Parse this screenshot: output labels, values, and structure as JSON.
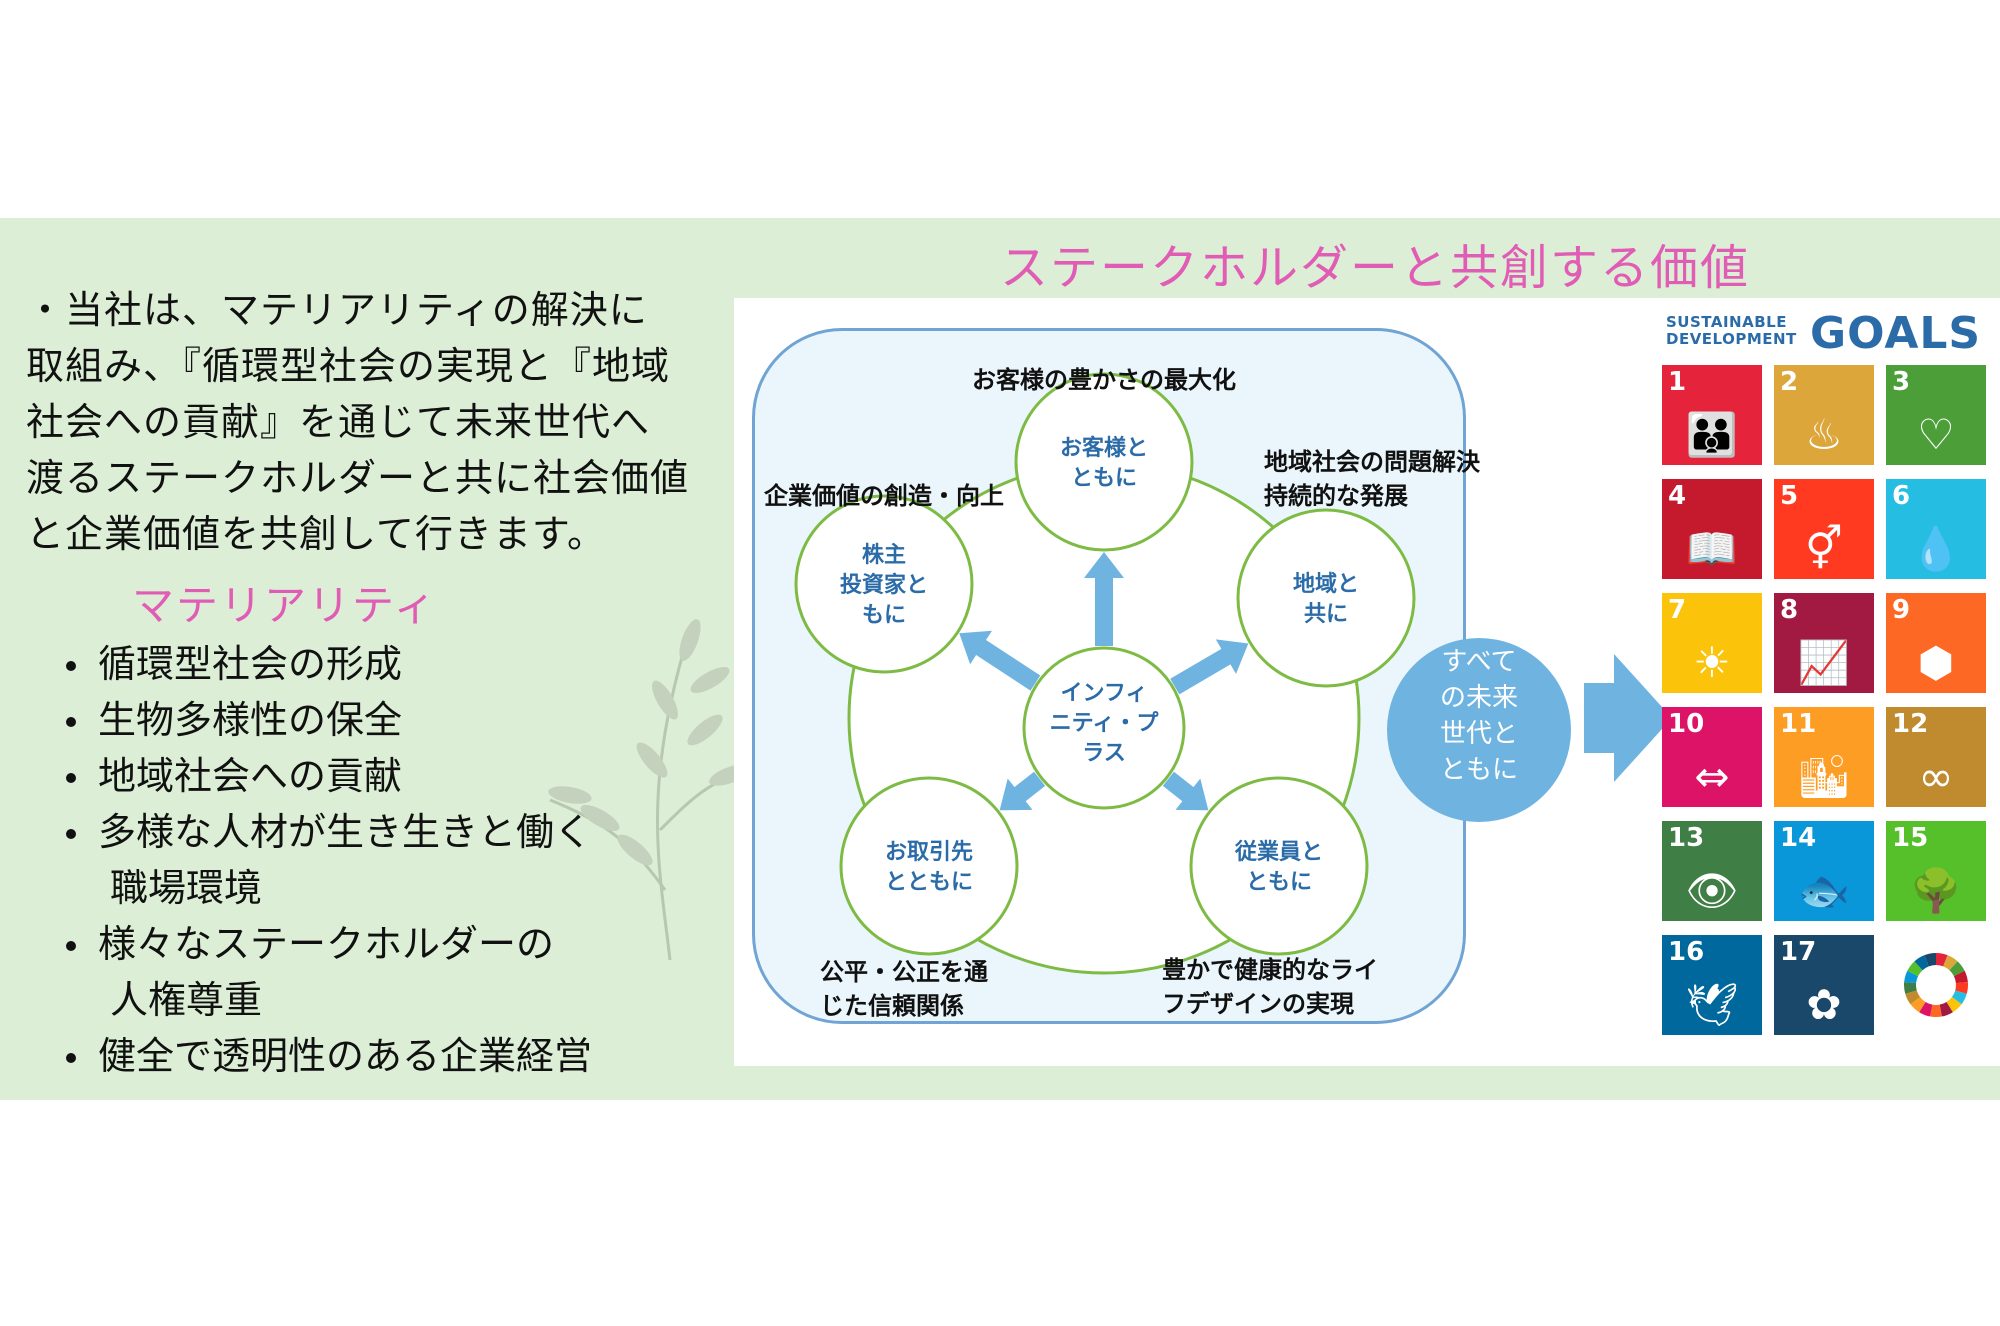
{
  "intro_lines": [
    "・当社は、マテリアリティの解決に",
    "取組み、『循環型社会の実現と『地域",
    "社会への貢献』を通じて未来世代へ",
    "渡るステークホルダーと共に社会価値",
    "と企業価値を共創して行きます。"
  ],
  "materiality": {
    "title": "マテリアリティ",
    "items": [
      {
        "line1": "循環型社会の形成",
        "line2": ""
      },
      {
        "line1": "生物多様性の保全",
        "line2": ""
      },
      {
        "line1": "地域社会への貢献",
        "line2": ""
      },
      {
        "line1": "多様な人材が生き生きと働く",
        "line2": "職場環境"
      },
      {
        "line1": "様々なステークホルダーの",
        "line2": "人権尊重"
      },
      {
        "line1": "健全で透明性のある企業経営",
        "line2": ""
      }
    ]
  },
  "diagram": {
    "title": "ステークホルダーと共創する価値",
    "center": [
      "インフィ",
      "ニティ・プ",
      "ラス"
    ],
    "nodes": {
      "customers": [
        "お客様と",
        "ともに"
      ],
      "community": [
        "地域と",
        "共に"
      ],
      "employees": [
        "従業員と",
        "ともに"
      ],
      "partners": [
        "お取引先",
        "とともに"
      ],
      "shareholders": [
        "株主",
        "投資家と",
        "もに"
      ]
    },
    "labels": {
      "customers": [
        "お客様の豊かさの最大化"
      ],
      "community": [
        "地域社会の問題解決",
        "持続的な発展"
      ],
      "employees": [
        "豊かで健康的なライ",
        "フデザインの実現"
      ],
      "partners": [
        "公平・公正を通",
        "じた信頼関係"
      ],
      "shareholders": [
        "企業価値の創造・向上"
      ]
    },
    "future": [
      "すべて",
      "の未来",
      "世代と",
      "ともに"
    ],
    "colors": {
      "circle_border": "#7dbb45",
      "arrow": "#6fb3e0",
      "frame": "#6fa4d4",
      "future": "#6fb3e0"
    }
  },
  "sdgs": {
    "header_small": [
      "SUSTAINABLE",
      "DEVELOPMENT"
    ],
    "header_big": "GOALS",
    "goals": [
      {
        "num": "1",
        "color": "#e5243b",
        "icon": "people-icon",
        "glyph": "👪"
      },
      {
        "num": "2",
        "color": "#dda63a",
        "icon": "bowl-icon",
        "glyph": "♨"
      },
      {
        "num": "3",
        "color": "#4c9f38",
        "icon": "heartbeat-icon",
        "glyph": "♡"
      },
      {
        "num": "4",
        "color": "#c5192d",
        "icon": "book-icon",
        "glyph": "📖"
      },
      {
        "num": "5",
        "color": "#ff3a21",
        "icon": "gender-icon",
        "glyph": "⚥"
      },
      {
        "num": "6",
        "color": "#26bde2",
        "icon": "water-icon",
        "glyph": "💧"
      },
      {
        "num": "7",
        "color": "#fcc30b",
        "icon": "sun-icon",
        "glyph": "☀"
      },
      {
        "num": "8",
        "color": "#a21942",
        "icon": "growth-chart-icon",
        "glyph": "📈"
      },
      {
        "num": "9",
        "color": "#fd6925",
        "icon": "cubes-icon",
        "glyph": "⬢"
      },
      {
        "num": "10",
        "color": "#dd1367",
        "icon": "equality-icon",
        "glyph": "⇔"
      },
      {
        "num": "11",
        "color": "#fd9d24",
        "icon": "city-icon",
        "glyph": "🏙"
      },
      {
        "num": "12",
        "color": "#bf8b2e",
        "icon": "infinity-icon",
        "glyph": "∞"
      },
      {
        "num": "13",
        "color": "#3f7e44",
        "icon": "eye-earth-icon",
        "glyph": "👁"
      },
      {
        "num": "14",
        "color": "#0a97d9",
        "icon": "fish-icon",
        "glyph": "🐟"
      },
      {
        "num": "15",
        "color": "#56c02b",
        "icon": "tree-icon",
        "glyph": "🌳"
      },
      {
        "num": "16",
        "color": "#00689d",
        "icon": "dove-icon",
        "glyph": "🕊"
      },
      {
        "num": "17",
        "color": "#19486a",
        "icon": "flower-icon",
        "glyph": "✿"
      },
      {
        "num": "",
        "color": "#ffffff",
        "icon": "sdg-wheel-icon",
        "glyph": ""
      }
    ]
  }
}
